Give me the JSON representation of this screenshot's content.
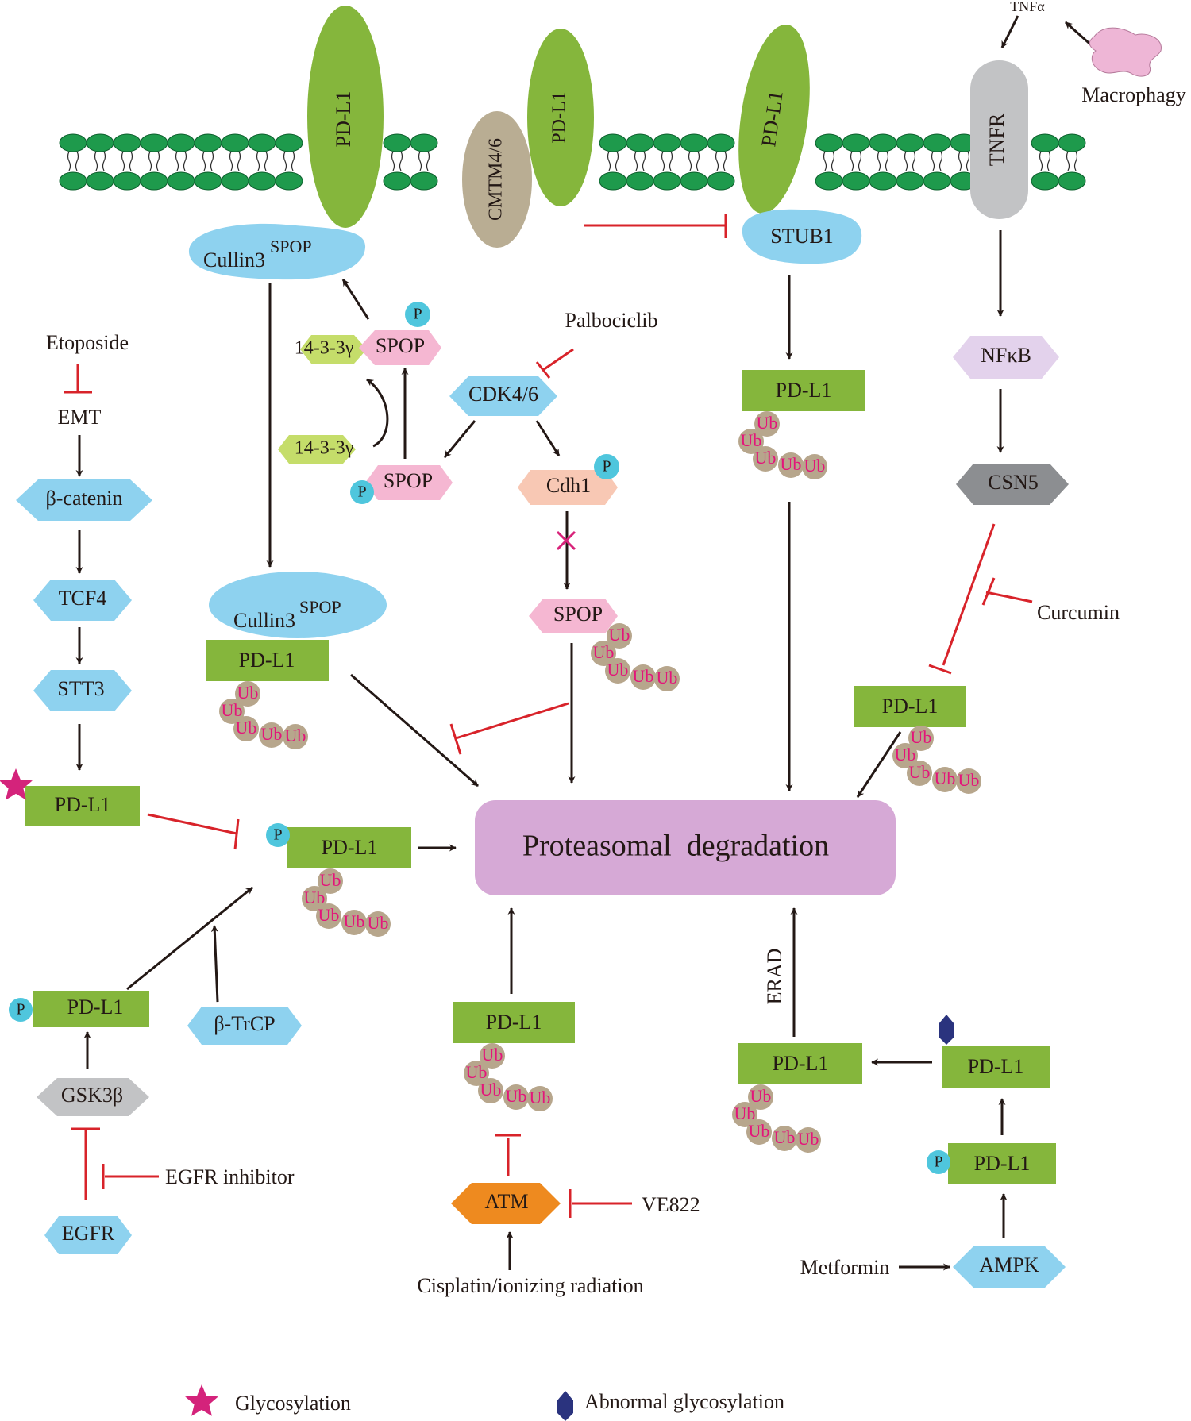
{
  "membrane": {
    "pdl1_a": "PD-L1",
    "cmtm": "CMTM4/6",
    "pdl1_b": "PD-L1",
    "pdl1_c": "PD-L1",
    "tnfr": "TNFR",
    "tnfa": "TNFα",
    "macrophagy": "Macrophagy"
  },
  "spop_branch": {
    "cullin3_top": "Cullin3",
    "cullin3_top_sup": "SPOP",
    "cullin3_mid": "Cullin3",
    "cullin3_mid_sup": "SPOP",
    "pdl1_mid": "PD-L1",
    "g1433_top": "14-3-3γ",
    "spop_top": "SPOP",
    "g1433_bot": "14-3-3γ",
    "spop_bot": "SPOP",
    "cdk46": "CDK4/6",
    "palbociclib": "Palbociclib",
    "cdh1": "Cdh1",
    "spop_ub": "SPOP"
  },
  "stub1_branch": {
    "stub1": "STUB1",
    "pdl1": "PD-L1"
  },
  "tnf_branch": {
    "nfkb": "NFκB",
    "csn5": "CSN5",
    "curcumin": "Curcumin",
    "pdl1": "PD-L1"
  },
  "emt_branch": {
    "etoposide": "Etoposide",
    "emt": "EMT",
    "bcatenin": "β-catenin",
    "tcf4": "TCF4",
    "stt3": "STT3",
    "pdl1_glyco": "PD-L1"
  },
  "gsk_branch": {
    "pdl1_phos_ub": "PD-L1",
    "pdl1_phos": "PD-L1",
    "btrcp": "β-TrCP",
    "gsk3b": "GSK3β",
    "egfr": "EGFR",
    "egfr_inhibitor": "EGFR inhibitor"
  },
  "center": {
    "proteasome": "Proteasomal  degradation"
  },
  "atm_branch": {
    "pdl1": "PD-L1",
    "atm": "ATM",
    "ve822": "VE822",
    "cisplatin": "Cisplatin/ionizing radiation"
  },
  "ampk_branch": {
    "erad": "ERAD",
    "pdl1_ub": "PD-L1",
    "pdl1_abn": "PD-L1",
    "pdl1_phos": "PD-L1",
    "ampk": "AMPK",
    "metformin": "Metformin"
  },
  "legend": {
    "glycosylation": "Glycosylation",
    "abnormal_glycosylation": "Abnormal glycosylation"
  },
  "glyphs": {
    "ub": "Ub",
    "phospho": "P"
  },
  "colors": {
    "membrane": "#1e9a4c",
    "pdl1_green": "#85b63c",
    "blue": "#8ed2ef",
    "pink": "#f5b7d2",
    "lime": "#c5dd6a",
    "salmon": "#f8c8b4",
    "grey_dark": "#8c8e91",
    "grey_light": "#c2c3c5",
    "orange": "#ee8a1f",
    "lavender": "#e3d2ec",
    "proteasome": "#d6a9d6",
    "cmtm": "#b9ad93",
    "ub_bead": "#b7a68c",
    "ub_text": "#e3157a",
    "phospho": "#4fc6dd",
    "inhibit": "#d8232a",
    "star": "#d4237b",
    "abn_glyco": "#2a337e",
    "macrophage": "#eeb6d6"
  }
}
